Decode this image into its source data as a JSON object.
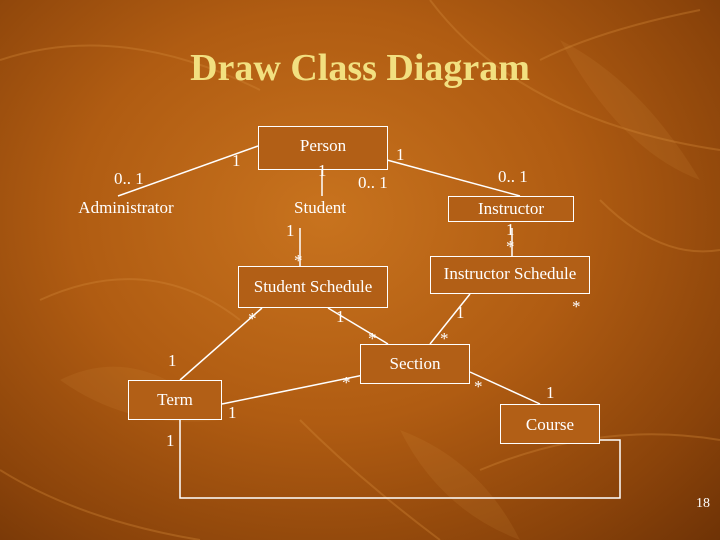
{
  "slide": {
    "title": "Draw Class Diagram",
    "number": "18",
    "background_color": "#b05c12",
    "title_color": "#f2e080"
  },
  "classes": {
    "person": "Person",
    "administrator": "Administrator",
    "student": "Student",
    "instructor": "Instructor",
    "student_schedule": "Student Schedule",
    "instructor_schedule": "Instructor Schedule",
    "section": "Section",
    "term": "Term",
    "course": "Course"
  },
  "multiplicities": {
    "person_admin_1": "1",
    "admin_0_1": "0.. 1",
    "person_student_1": "1",
    "person_instructor_1": "1",
    "student_0_1": "0.. 1",
    "instructor_0_1": "0.. 1",
    "student_1": "1",
    "student_schedule_star": "*",
    "instructor_1": "1",
    "instructor_schedule_star": "*",
    "sched_section_star_left": "*",
    "sched_section_1": "1",
    "section_star_from_sched": "*",
    "section_star_from_isched": "*",
    "isched_section_1": "1",
    "isched_star_right": "*",
    "term_top_1": "1",
    "term_right_1": "1",
    "section_term_star": "*",
    "section_course_star": "*",
    "course_1": "1",
    "term_bottom_1": "1"
  }
}
